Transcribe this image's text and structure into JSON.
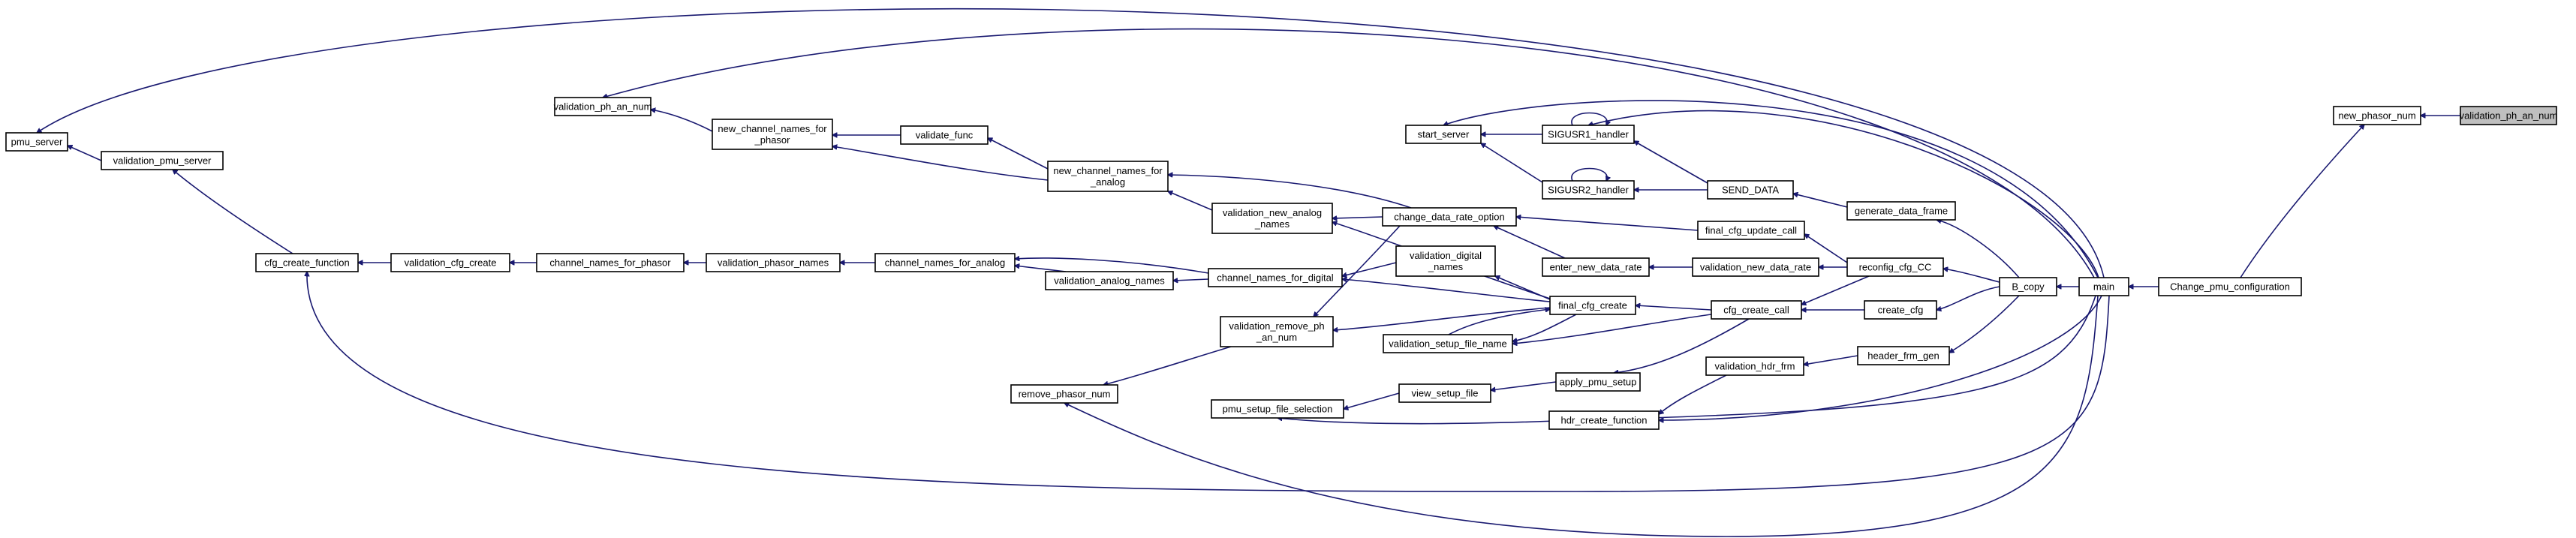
{
  "graph": {
    "nodes": {
      "validation_ph_an_num": [
        "validation_ph_an_num"
      ],
      "new_phasor_num": [
        "new_phasor_num"
      ],
      "Change_pmu_configuration": [
        "Change_pmu_configuration"
      ],
      "main": [
        "main"
      ],
      "B_copy": [
        "B_copy"
      ],
      "create_cfg": [
        "create_cfg"
      ],
      "header_frm_gen": [
        "header_frm_gen"
      ],
      "reconfig_cfg_CC": [
        "reconfig_cfg_CC"
      ],
      "generate_data_frame": [
        "generate_data_frame"
      ],
      "SEND_DATA": [
        "SEND_DATA"
      ],
      "SIGUSR1_handler": [
        "SIGUSR1_handler"
      ],
      "SIGUSR2_handler": [
        "SIGUSR2_handler"
      ],
      "start_server": [
        "start_server"
      ],
      "final_cfg_update_call": [
        "final_cfg_update_call"
      ],
      "validation_new_data_rate": [
        "validation_new_data_rate"
      ],
      "cfg_create_call": [
        "cfg_create_call"
      ],
      "validation_hdr_frm": [
        "validation_hdr_frm"
      ],
      "hdr_create_function": [
        "hdr_create_function"
      ],
      "enter_new_data_rate": [
        "enter_new_data_rate"
      ],
      "change_data_rate_option": [
        "change_data_rate_option"
      ],
      "final_cfg_create": [
        "final_cfg_create"
      ],
      "validation_setup_file_name": [
        "validation_setup_file_name"
      ],
      "apply_pmu_setup": [
        "apply_pmu_setup"
      ],
      "view_setup_file": [
        "view_setup_file"
      ],
      "pmu_setup_file_selection": [
        "pmu_setup_file_selection"
      ],
      "validation_digital_names": [
        "validation_digital",
        "_names"
      ],
      "validation_remove_ph_an_num": [
        "validation_remove_ph",
        "_an_num"
      ],
      "remove_phasor_num": [
        "remove_phasor_num"
      ],
      "validation_new_analog_names": [
        "validation_new_analog",
        "_names"
      ],
      "new_channel_names_for_analog": [
        "new_channel_names_for",
        "_analog"
      ],
      "validate_func": [
        "validate_func"
      ],
      "new_channel_names_for_phasor": [
        "new_channel_names_for",
        "_phasor"
      ],
      "validation_ph_an_num_left": [
        "validation_ph_an_num"
      ],
      "channel_names_for_digital": [
        "channel_names_for_digital"
      ],
      "channel_names_for_analog": [
        "channel_names_for_analog"
      ],
      "validation_analog_names": [
        "validation_analog_names"
      ],
      "validation_phasor_names": [
        "validation_phasor_names"
      ],
      "channel_names_for_phasor": [
        "channel_names_for_phasor"
      ],
      "validation_cfg_create": [
        "validation_cfg_create"
      ],
      "cfg_create_function": [
        "cfg_create_function"
      ],
      "validation_pmu_server": [
        "validation_pmu_server"
      ],
      "pmu_server": [
        "pmu_server"
      ]
    },
    "highlighted_node": "validation_ph_an_num",
    "edge_color": "#191970"
  }
}
